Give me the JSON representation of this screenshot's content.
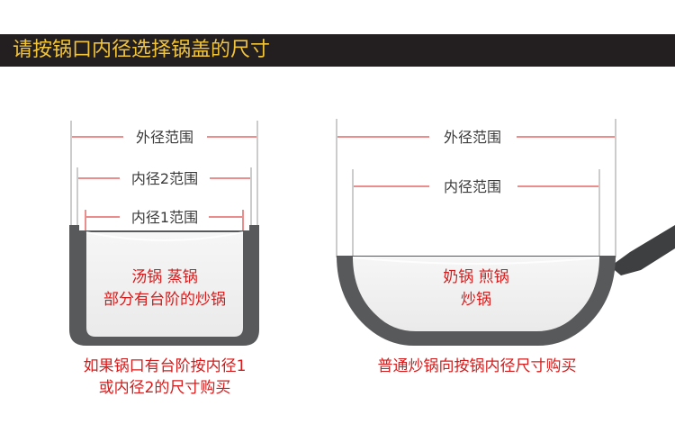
{
  "header": {
    "title": "请按锅口内径选择锅盖的尺寸"
  },
  "left_pot": {
    "outer_label": "外径范围",
    "inner2_label": "内径2范围",
    "inner1_label": "内径1范围",
    "types_line1": "汤锅 蒸锅",
    "types_line2": "部分有台阶的炒锅",
    "caption_line1": "如果锅口有台阶按内径1",
    "caption_line2": "或内径2的尺寸购买"
  },
  "right_pot": {
    "outer_label": "外径范围",
    "inner_label": "内径范围",
    "types_line1": "奶锅 煎锅",
    "types_line2": "炒锅",
    "caption": "普通炒锅向按锅内径尺寸购买"
  },
  "colors": {
    "header_bg": "#231f20",
    "header_text": "#f2c43a",
    "accent_red": "#d51b1b",
    "pot_body": "#58595b",
    "pot_fill": "#f2f2f2",
    "guide_gray": "#9a9a9a"
  }
}
